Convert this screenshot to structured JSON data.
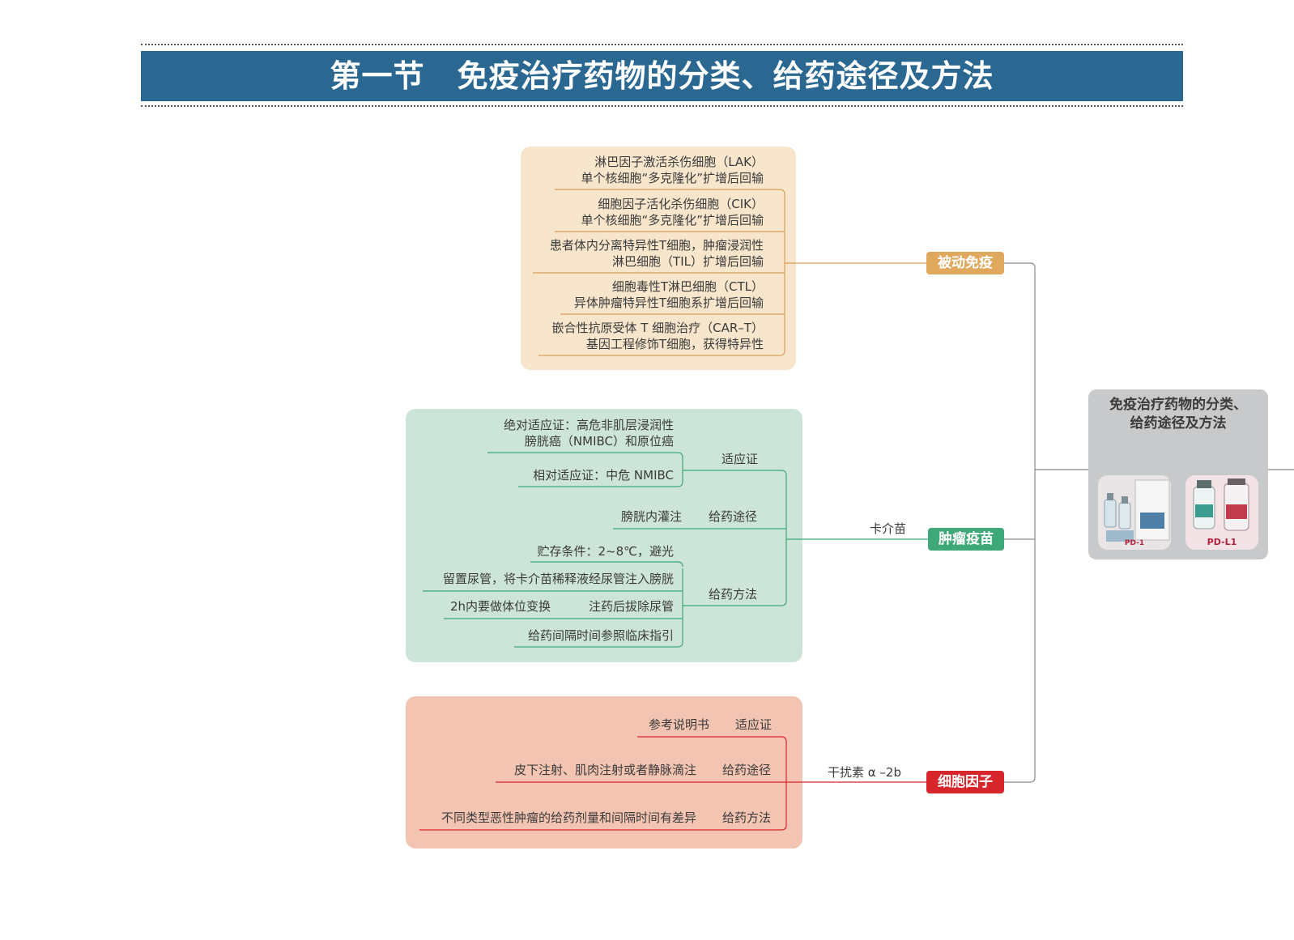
{
  "header": {
    "section_number": "第一节",
    "section_title": "免疫治疗药物的分类、给药途径及方法"
  },
  "root": {
    "title_line1": "免疫治疗药物的分类、",
    "title_line2": "给药途径及方法",
    "images": [
      {
        "icon": "pd1-drug-vials-photo",
        "label": "PD-1"
      },
      {
        "icon": "pdl1-drug-vials-photo",
        "label": "PD-L1"
      }
    ]
  },
  "colors": {
    "banner": "#2a6891",
    "passive": "#e0a85c",
    "passive_panel": "#f7e6cc",
    "vaccine": "#3ea878",
    "vaccine_panel": "#cde5d8",
    "cytokine": "#d7262b",
    "cytokine_panel": "#f3c4b2"
  },
  "passive": {
    "label": "被动免疫",
    "items": [
      {
        "line1": "淋巴因子激活杀伤细胞（LAK）",
        "line2": "单个核细胞“多克隆化”扩增后回输"
      },
      {
        "line1": "细胞因子活化杀伤细胞（CIK）",
        "line2": "单个核细胞“多克隆化”扩增后回输"
      },
      {
        "line1": "患者体内分离特异性T细胞，肿瘤浸润性",
        "line2": "淋巴细胞（TIL）扩增后回输"
      },
      {
        "line1": "细胞毒性T淋巴细胞（CTL）",
        "line2": "异体肿瘤特异性T细胞系扩增后回输"
      },
      {
        "line1": "嵌合性抗原受体 T 细胞治疗（CAR–T）",
        "line2": "基因工程修饰T细胞，获得特异性"
      }
    ]
  },
  "vaccine": {
    "label": "肿瘤疫苗",
    "drug": "卡介苗",
    "indication": {
      "label": "适应证",
      "absolute_line1": "绝对适应证：高危非肌层浸润性",
      "absolute_line2": "膀胱癌（NMIBC）和原位癌",
      "relative": "相对适应证：中危 NMIBC"
    },
    "route": {
      "label": "给药途径",
      "value": "膀胱内灌注"
    },
    "method": {
      "label": "给药方法",
      "storage": "贮存条件：2~8℃，避光",
      "step1": "留置尿管，将卡介苗稀释液经尿管注入膀胱",
      "step2": "注药后拔除尿管",
      "step2_sub": "2h内要做体位变换",
      "step3": "给药间隔时间参照临床指引"
    }
  },
  "cytokine": {
    "label": "细胞因子",
    "drug": "干扰素 α –2b",
    "indication": {
      "label": "适应证",
      "value": "参考说明书"
    },
    "route": {
      "label": "给药途径",
      "value": "皮下注射、肌肉注射或者静脉滴注"
    },
    "method": {
      "label": "给药方法",
      "value": "不同类型恶性肿瘤的给药剂量和间隔时间有差异"
    }
  }
}
